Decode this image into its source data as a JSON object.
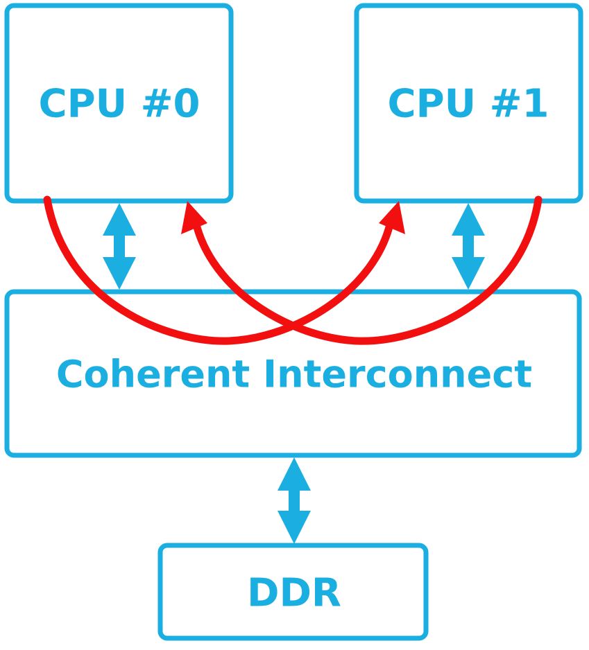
{
  "nodes": {
    "cpu0": {
      "label": "CPU #0"
    },
    "cpu1": {
      "label": "CPU #1"
    },
    "interconnect": {
      "label": "Coherent Interconnect"
    },
    "ddr": {
      "label": "DDR"
    }
  },
  "colors": {
    "node_stroke": "#1aafe0",
    "node_text": "#1aafe0",
    "bus_arrow": "#1aafe0",
    "snoop_arrow": "#f20f0f",
    "background": "#ffffff"
  },
  "edges": [
    {
      "from": "cpu0",
      "to": "interconnect",
      "style": "bidirectional-bus"
    },
    {
      "from": "cpu1",
      "to": "interconnect",
      "style": "bidirectional-bus"
    },
    {
      "from": "interconnect",
      "to": "ddr",
      "style": "bidirectional-bus"
    },
    {
      "from": "cpu0",
      "to": "cpu1",
      "style": "curved-snoop"
    },
    {
      "from": "cpu1",
      "to": "cpu0",
      "style": "curved-snoop"
    }
  ]
}
